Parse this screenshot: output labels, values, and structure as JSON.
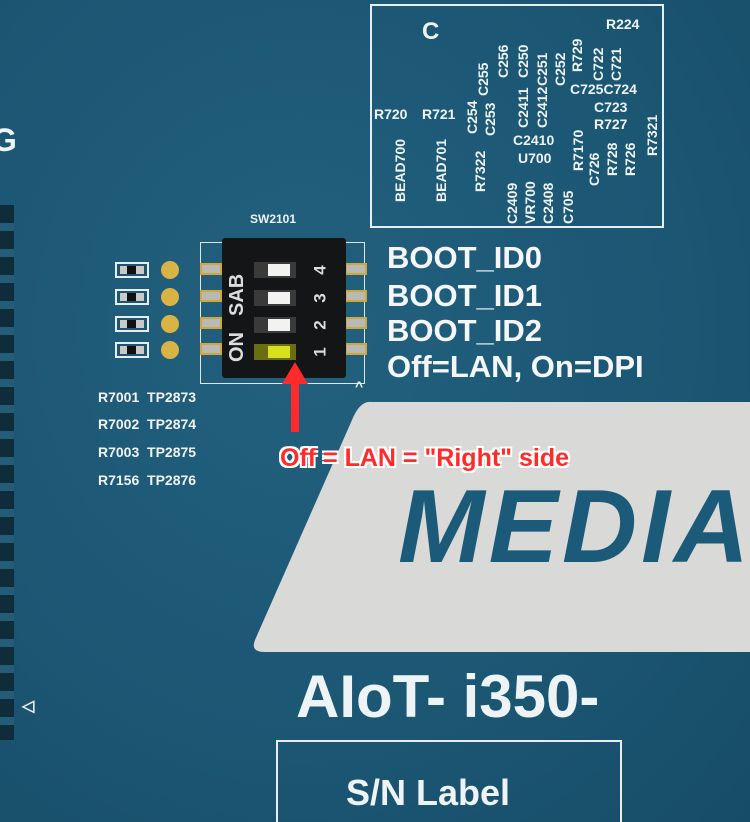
{
  "section_letter_left": "G",
  "section_letter_box": "C",
  "box_components": {
    "horizontal": [
      "R720",
      "R721",
      "R224",
      "C725C724",
      "C723",
      "R727",
      "C2410",
      "U700"
    ],
    "vertical": [
      "BEAD700",
      "BEAD701",
      "R7322",
      "C254",
      "C253",
      "C255",
      "C256",
      "C2409",
      "VR700",
      "C2411",
      "C250",
      "C2408",
      "C2412",
      "C251",
      "C705",
      "R7170",
      "C252",
      "R729",
      "C726",
      "C722",
      "R728",
      "C721",
      "R726",
      "R7321"
    ]
  },
  "switch": {
    "ref": "SW2101",
    "body_labels": [
      "ON",
      "SAB"
    ],
    "position_numbers": [
      "4",
      "3",
      "2",
      "1"
    ],
    "caret": "^"
  },
  "boot_labels": [
    "BOOT_ID0",
    "BOOT_ID1",
    "BOOT_ID2",
    "Off=LAN, On=DPI"
  ],
  "ref_rows": [
    {
      "r": "R7001",
      "tp": "TP2873"
    },
    {
      "r": "R7002",
      "tp": "TP2874"
    },
    {
      "r": "R7003",
      "tp": "TP2875"
    },
    {
      "r": "R7156",
      "tp": "TP2876"
    }
  ],
  "annotation": {
    "text": "Off = LAN = \"Right\" side",
    "color": "#ff2a2a",
    "arrow": "up-arrow"
  },
  "logo_text": "MEDIA",
  "product": "AIoT- i350-",
  "sn_label": "S/N Label",
  "edge_marker": "◁"
}
